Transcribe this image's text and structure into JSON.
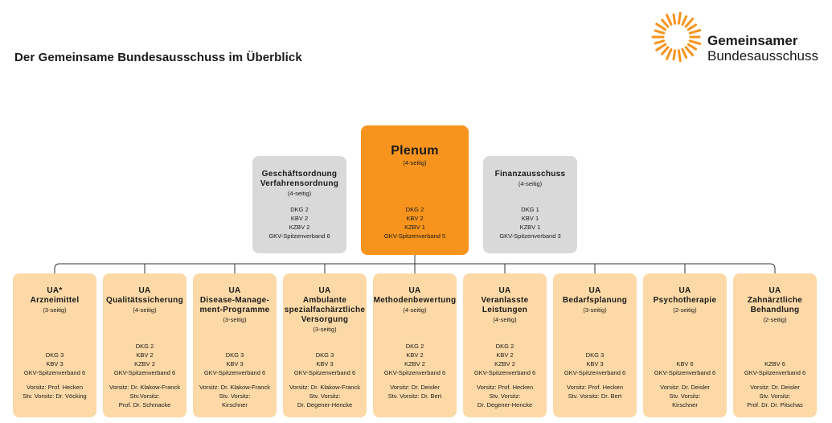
{
  "title": "Der Gemeinsame Bundesausschuss im Überblick",
  "logo": {
    "line1": "Gemeinsamer",
    "line2": "Bundesausschuss",
    "color": "#f7941d"
  },
  "colors": {
    "plenum": "#f7941d",
    "side": "#d9d9d9",
    "ua": "#fcd9a6"
  },
  "top": {
    "left": {
      "title1": "Geschäftsordnung",
      "title2": "Verfahrensordnung",
      "sub": "(4-seitig)",
      "members": [
        "DKG 2",
        "KBV 2",
        "KZBV 2",
        "GKV-Spitzenverband 6"
      ]
    },
    "plenum": {
      "title": "Plenum",
      "sub": "(4-seitig)",
      "members": [
        "DKG 2",
        "KBV 2",
        "KZBV 1",
        "GKV-Spitzenverband 5"
      ]
    },
    "right": {
      "title": "Finanzausschuss",
      "sub": "(4-seitig)",
      "members": [
        "DKG 1",
        "KBV 1",
        "KZBV 1",
        "GKV-Spitzenverband 3"
      ]
    }
  },
  "uas": [
    {
      "title": [
        "UA*",
        "Arzneimittel"
      ],
      "sub": "(3-seitig)",
      "members": [
        "DKG 3",
        "KBV 3",
        "GKV-Spitzenverband 6"
      ],
      "chair": [
        "Vorsitz: Prof. Hecken",
        "Stv. Vorsitz: Dr. Vöcking"
      ]
    },
    {
      "title": [
        "UA",
        "Qualitätssicherung"
      ],
      "sub": "(4-seitig)",
      "members": [
        "DKG 2",
        "KBV 2",
        "KZBV 2",
        "GKV-Spitzenverband 6"
      ],
      "chair": [
        "Vorsitz: Dr. Klakow-Franck",
        "Stv.Vorsitz:",
        "Prof. Dr. Schmacke"
      ]
    },
    {
      "title": [
        "UA",
        "Disease-Manage-",
        "ment-Programme"
      ],
      "sub": "(3-seitig)",
      "members": [
        "DKG 3",
        "KBV 3",
        "GKV-Spitzenverband 6"
      ],
      "chair": [
        "Vorsitz: Dr. Klakow-Franck",
        "Stv. Vorsitz:",
        "Kirschner"
      ]
    },
    {
      "title": [
        "UA",
        "Ambulante",
        "spezialfachärztliche",
        "Versorgung"
      ],
      "sub": "(3-seitig)",
      "members": [
        "DKG 3",
        "KBV 3",
        "GKV-Spitzenverband 6"
      ],
      "chair": [
        "Vorsitz: Dr. Klakow-Franck",
        "Stv. Vorsitz:",
        "Dr. Degener-Hencke"
      ]
    },
    {
      "title": [
        "UA",
        "Methodenbewertung"
      ],
      "sub": "(4-seitig)",
      "members": [
        "DKG 2",
        "KBV 2",
        "KZBV 2",
        "GKV-Spitzenverband 6"
      ],
      "chair": [
        "Vorsitz: Dr. Deisler",
        "Stv. Vorsitz: Dr. Bert"
      ]
    },
    {
      "title": [
        "UA",
        "Veranlasste",
        "Leistungen"
      ],
      "sub": "(4-seitig)",
      "members": [
        "DKG 2",
        "KBV 2",
        "KZBV 2",
        "GKV-Spitzenverband 6"
      ],
      "chair": [
        "Vorsitz: Prof. Hecken",
        "Stv. Vorsitz:",
        "Dr. Degener-Hencke"
      ]
    },
    {
      "title": [
        "UA",
        "Bedarfsplanung"
      ],
      "sub": "(3-seitig)",
      "members": [
        "DKG 3",
        "KBV 3",
        "GKV-Spitzenverband 6"
      ],
      "chair": [
        "Vorsitz: Prof. Hecken",
        "Stv. Vorsitz: Dr. Bert"
      ]
    },
    {
      "title": [
        "UA",
        "Psychotherapie"
      ],
      "sub": "(2-seitig)",
      "members": [
        "KBV 6",
        "GKV-Spitzenverband 6"
      ],
      "chair": [
        "Vorsitz: Dr. Deisler",
        "Stv. Vorsitz:",
        "Kirschner"
      ]
    },
    {
      "title": [
        "UA",
        "Zahnärztliche",
        "Behandlung"
      ],
      "sub": "(2-seitig)",
      "members": [
        "KZBV 6",
        "GKV-Spitzenverband 6"
      ],
      "chair": [
        "Vorsitz: Dr. Deisler",
        "Stv. Vorsitz:",
        "Prof. Dr. Dr. Pitschas"
      ]
    }
  ]
}
